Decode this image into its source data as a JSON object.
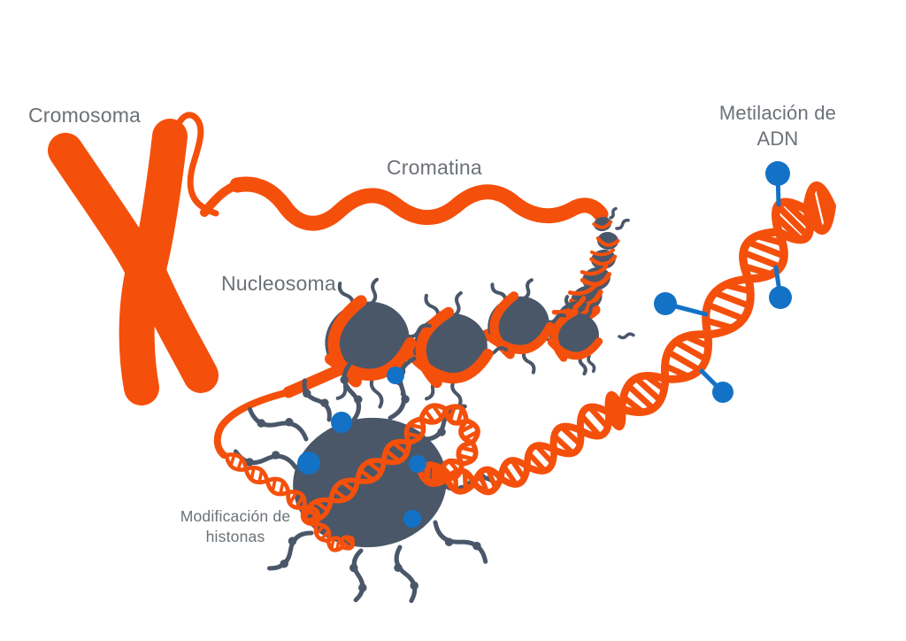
{
  "diagram": {
    "labels": {
      "chromosome": "Cromosoma",
      "chromatin": "Cromatina",
      "nucleosome": "Nucleosoma",
      "dna_methylation": "Metilación de ADN",
      "histone_modification": "Modificación de histonas"
    },
    "colors": {
      "dna_orange": "#F4500C",
      "histone_slate": "#4A5769",
      "methyl_blue": "#1372C5",
      "label_gray": "#6C7177",
      "background": "#FFFFFF"
    },
    "structures": [
      "chromosome-x-shape",
      "chromatin-wavy-fiber",
      "condensed-chromatin-bead-stack",
      "nucleosome-chain-of-four-beads",
      "histone-octamer-with-beaded-tails",
      "dna-double-helix-with-loop",
      "methyl-group-blue-pins",
      "histone-modification-blue-dots"
    ]
  }
}
